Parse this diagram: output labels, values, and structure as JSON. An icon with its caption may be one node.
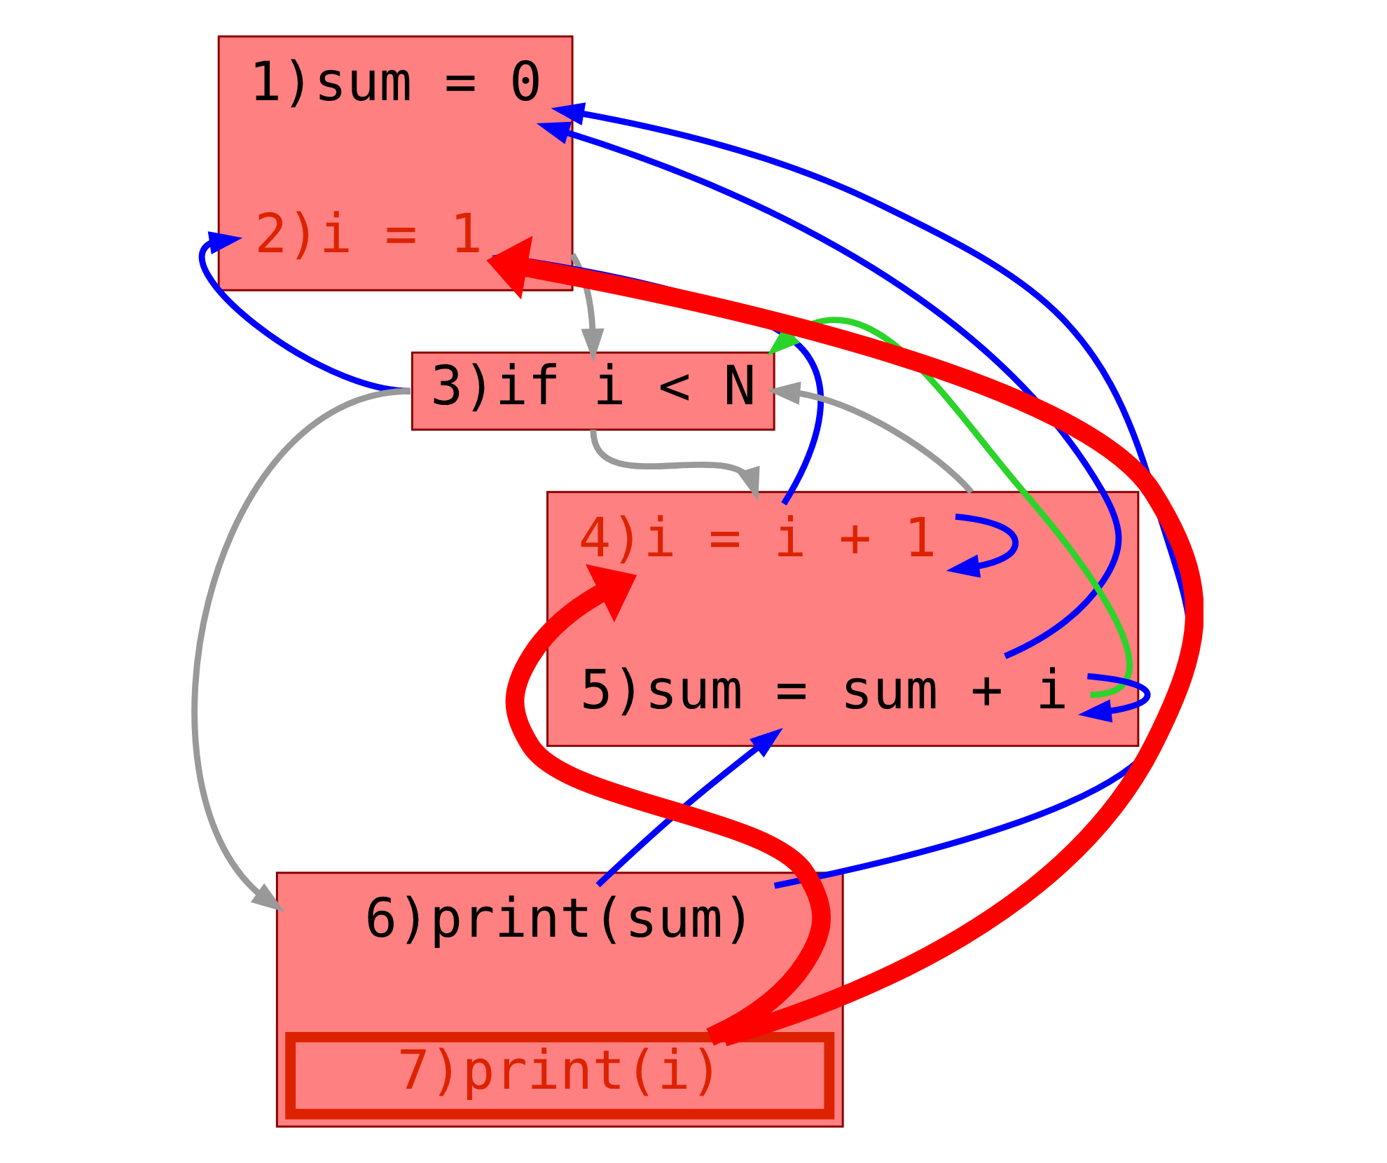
{
  "diagram": {
    "nodes": [
      {
        "text": [],
        "shape": "box"
      },
      {
        "text": [
          "1)sum = 0"
        ],
        "in": 0
      },
      {
        "text": [
          "2)i = 1"
        ],
        "in": 0
      },
      {
        "text": [
          "3)if i < N"
        ]
      },
      {
        "text": [],
        "shape": "box"
      },
      {
        "text": [
          "4)i = i + 1"
        ],
        "in": 4
      },
      {
        "text": [
          "5)sum = sum + i"
        ],
        "in": 4
      },
      {
        "text": [],
        "shape": "box"
      },
      {
        "text": [
          "6)print(sum)"
        ],
        "in": 7
      },
      {
        "text": [
          "7)print(i)"
        ],
        "in": 7
      }
    ],
    "edges": [
      {
        "from": 8,
        "to": 1,
        "arrow": "to"
      },
      {
        "from": 6,
        "to": 1,
        "arrow": "to"
      },
      {
        "from": 5,
        "to": 2,
        "arrow": "to"
      },
      {
        "from": 3,
        "to": 2,
        "arrow": "to"
      },
      {
        "from": 5,
        "to": 5,
        "arrow": "to"
      },
      {
        "from": 6,
        "to": 6,
        "arrow": "to"
      },
      {
        "from": 8,
        "to": 6,
        "arrow": "to"
      },
      {
        "from": 9,
        "to": 2,
        "arrow": "to",
        "style": "thick",
        "color": "#ff0000"
      },
      {
        "from": 9,
        "to": 5,
        "arrow": "to",
        "style": "thick",
        "color": "#ff0000"
      },
      {
        "from": 0,
        "to": 3,
        "arrow": "to",
        "color": "#999999"
      },
      {
        "from": 3,
        "to": 4,
        "arrow": "to",
        "color": "#999999"
      },
      {
        "from": 4,
        "to": 3,
        "arrow": "to",
        "color": "#999999"
      },
      {
        "from": 3,
        "to": 7,
        "arrow": "to",
        "color": "#999999"
      },
      {
        "from": 6,
        "to": 3,
        "arrow": "to",
        "color": "#2ad42a"
      }
    ]
  }
}
